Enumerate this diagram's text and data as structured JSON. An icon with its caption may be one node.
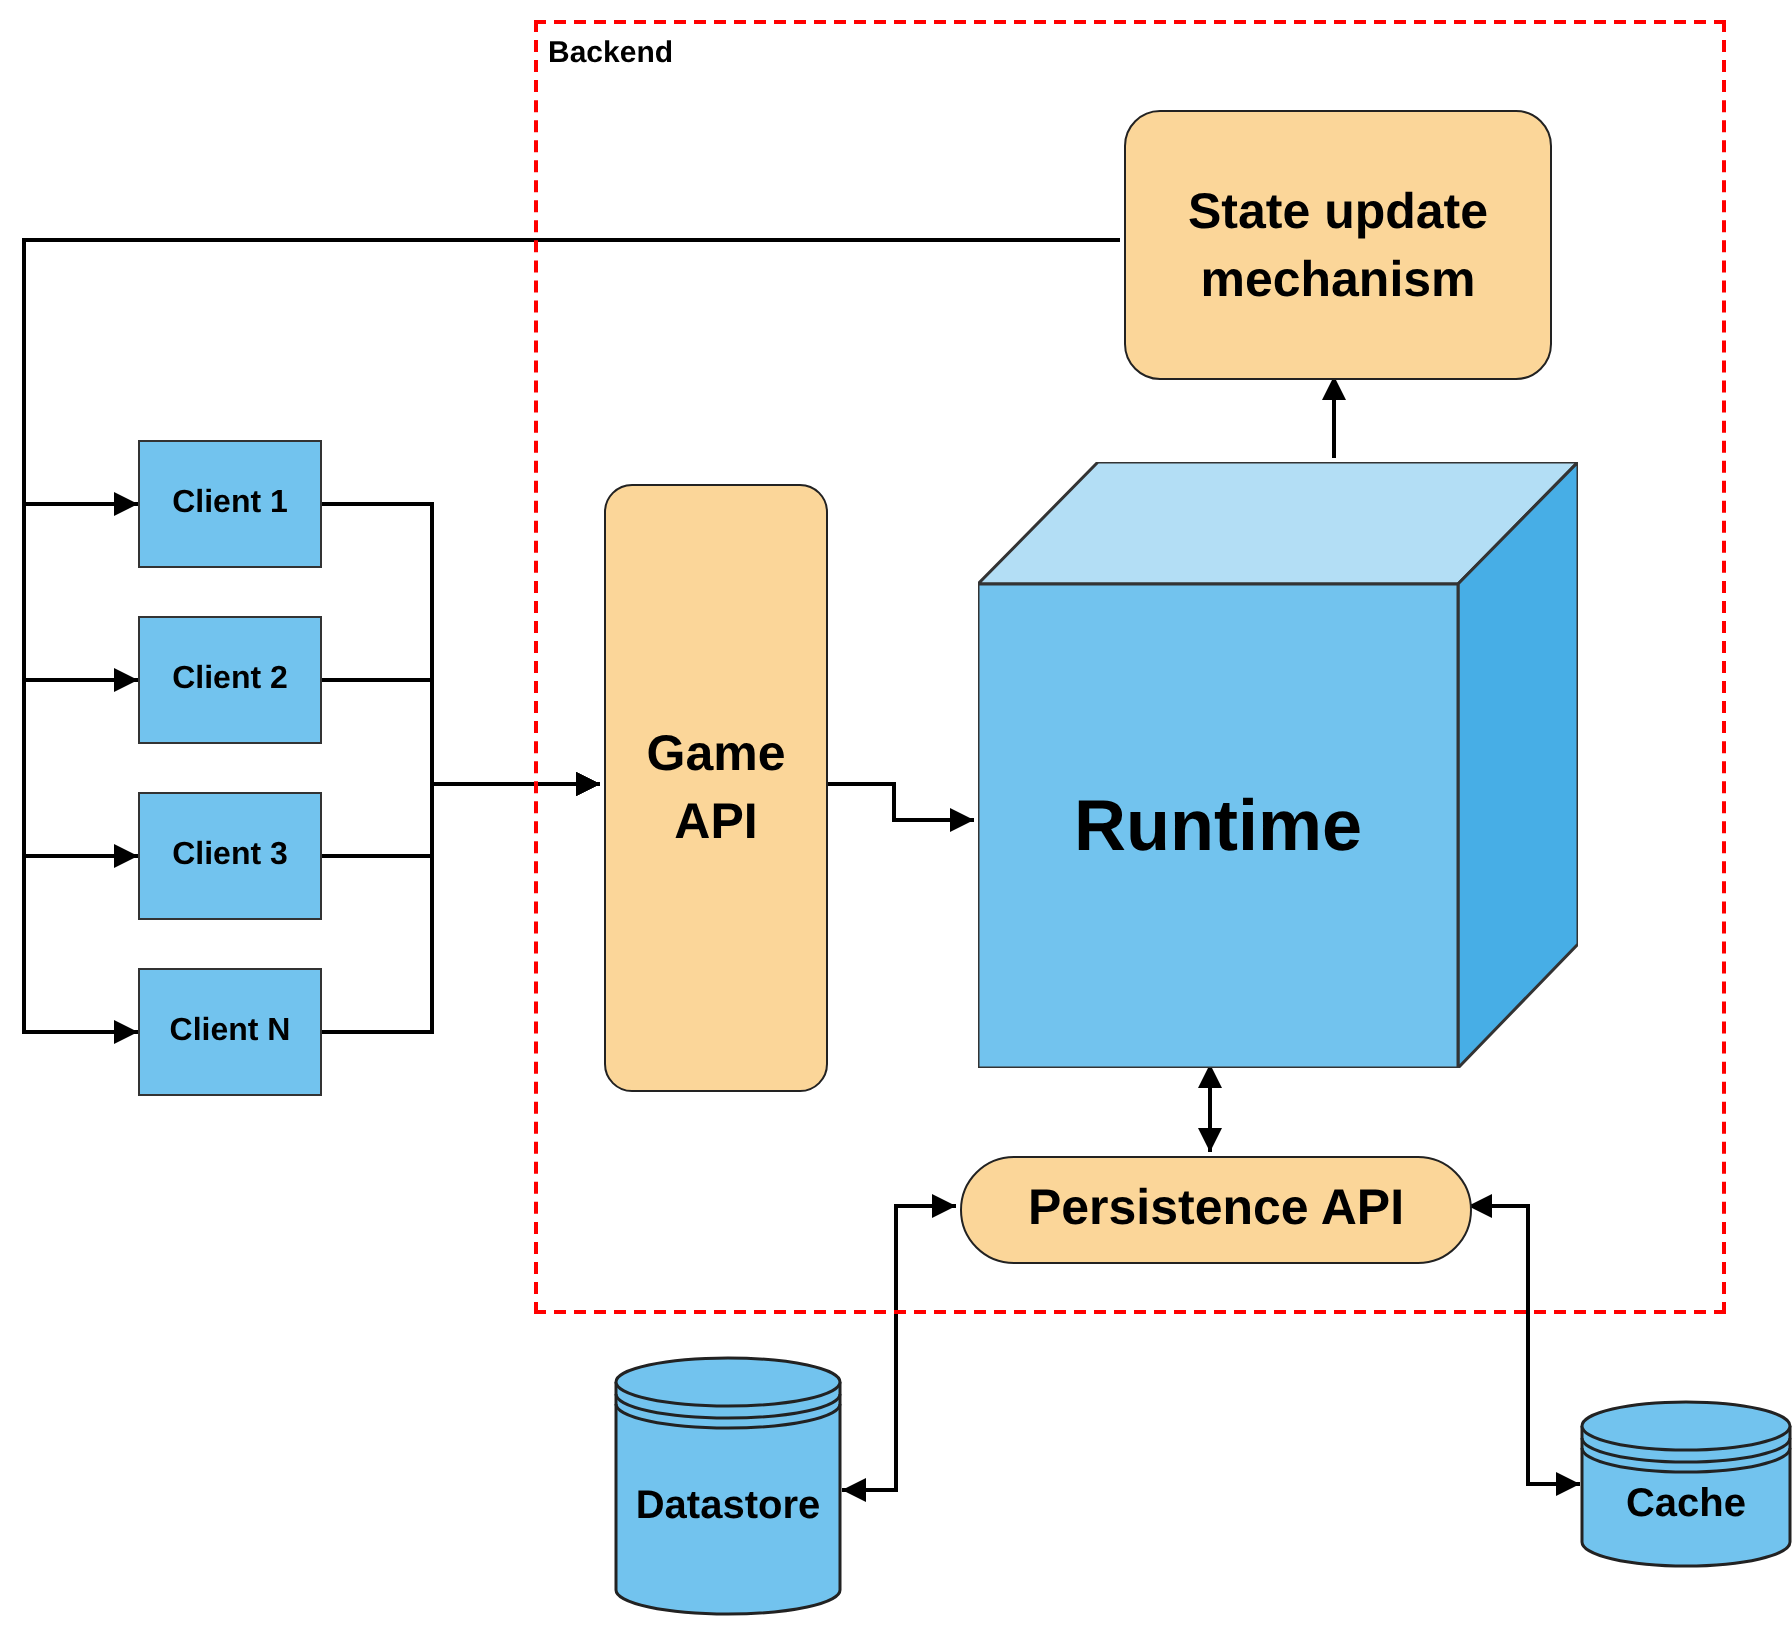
{
  "diagram": {
    "nodes": [
      {
        "text": [
          "Backend"
        ]
      },
      {
        "text": [
          "State update mechanism"
        ],
        "in": 0
      },
      {
        "text": [
          "Game API"
        ],
        "in": 0
      },
      {
        "text": [
          "Runtime"
        ],
        "in": 0
      },
      {
        "text": [
          "Persistence API"
        ],
        "in": 0
      },
      {
        "text": [
          "Client 1"
        ]
      },
      {
        "text": [
          "Client 2"
        ]
      },
      {
        "text": [
          "Client 3"
        ]
      },
      {
        "text": [
          "Client N"
        ]
      },
      {
        "text": [
          "Datastore"
        ]
      },
      {
        "text": [
          "Cache"
        ]
      }
    ],
    "edges": [
      {
        "from": 1,
        "to": 5,
        "arrow": "to"
      },
      {
        "from": 1,
        "to": 6,
        "arrow": "to"
      },
      {
        "from": 1,
        "to": 7,
        "arrow": "to"
      },
      {
        "from": 1,
        "to": 8,
        "arrow": "to"
      },
      {
        "from": 5,
        "to": 2,
        "arrow": "to"
      },
      {
        "from": 6,
        "to": 2,
        "arrow": "to"
      },
      {
        "from": 7,
        "to": 2,
        "arrow": "to"
      },
      {
        "from": 8,
        "to": 2,
        "arrow": "to"
      },
      {
        "from": 2,
        "to": 3,
        "arrow": "to"
      },
      {
        "from": 3,
        "to": 1,
        "arrow": "to"
      },
      {
        "from": 3,
        "to": 4,
        "arrow": "both"
      },
      {
        "from": 4,
        "to": 9,
        "arrow": "both"
      },
      {
        "from": 4,
        "to": 10,
        "arrow": "both"
      }
    ]
  }
}
